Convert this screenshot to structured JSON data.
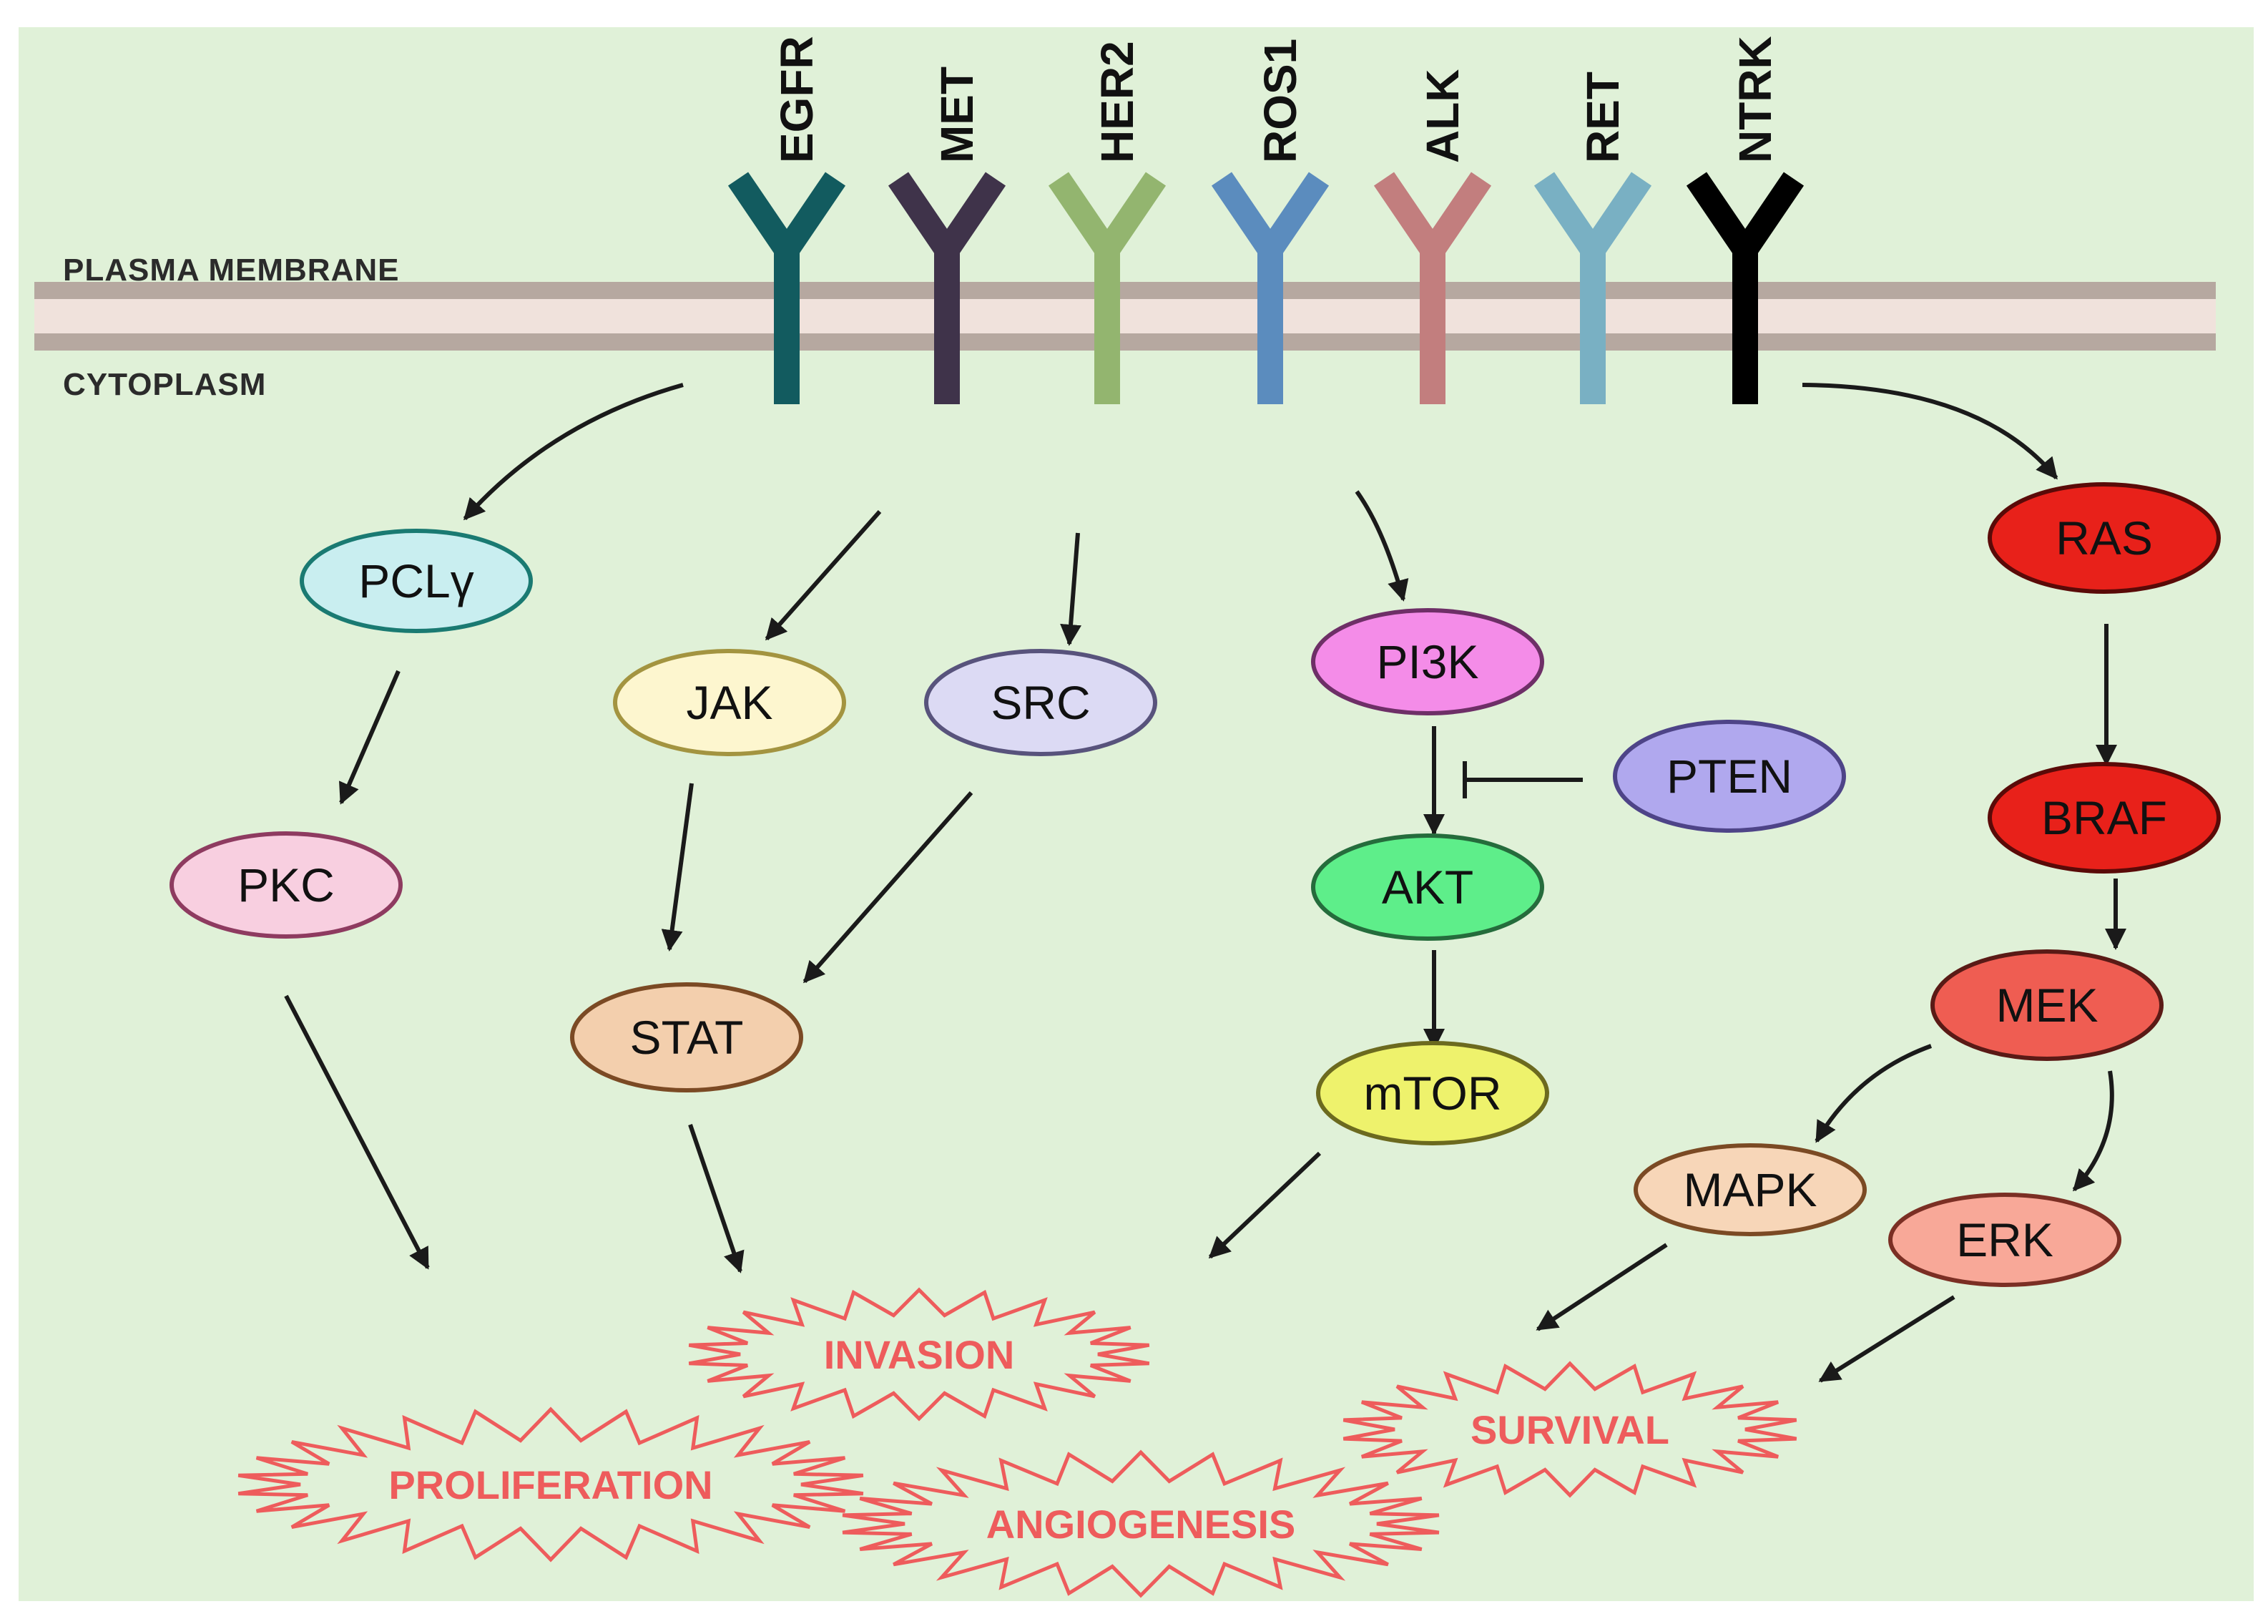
{
  "regions": {
    "plasma_membrane": "PLASMA MEMBRANE",
    "cytoplasm": "CYTOPLASM"
  },
  "receptors": [
    {
      "id": "egfr",
      "label": "EGFR",
      "color": "#125b5f"
    },
    {
      "id": "met",
      "label": "MET",
      "color": "#3f334a"
    },
    {
      "id": "her2",
      "label": "HER2",
      "color": "#93b56f"
    },
    {
      "id": "ros1",
      "label": "ROS1",
      "color": "#5b8cbe"
    },
    {
      "id": "alk",
      "label": "ALK",
      "color": "#c27e7e"
    },
    {
      "id": "ret",
      "label": "RET",
      "color": "#79b0c3"
    },
    {
      "id": "ntrk",
      "label": "NTRK",
      "color": "#000000"
    }
  ],
  "nodes": {
    "pclg": {
      "label": "PCLγ",
      "fill": "#c9eef0",
      "stroke": "#1a7a72"
    },
    "pkc": {
      "label": "PKC",
      "fill": "#f8cfe0",
      "stroke": "#8e3b60"
    },
    "jak": {
      "label": "JAK",
      "fill": "#fdf6cf",
      "stroke": "#a39440"
    },
    "src": {
      "label": "SRC",
      "fill": "#dcdaf4",
      "stroke": "#58537c"
    },
    "stat": {
      "label": "STAT",
      "fill": "#f3cfad",
      "stroke": "#7b4a24"
    },
    "pi3k": {
      "label": "PI3K",
      "fill": "#f48ce8",
      "stroke": "#6e2f67"
    },
    "pten": {
      "label": "PTEN",
      "fill": "#b0a8ee",
      "stroke": "#4e4488"
    },
    "akt": {
      "label": "AKT",
      "fill": "#5eee8a",
      "stroke": "#256c3c"
    },
    "mtor": {
      "label": "mTOR",
      "fill": "#eef26c",
      "stroke": "#6c6a1f"
    },
    "ras": {
      "label": "RAS",
      "fill": "#e8211a",
      "stroke": "#5a0a08"
    },
    "braf": {
      "label": "BRAF",
      "fill": "#e8211a",
      "stroke": "#5a0a08"
    },
    "mek": {
      "label": "MEK",
      "fill": "#ef5d52",
      "stroke": "#5a1a16"
    },
    "mapk": {
      "label": "MAPK",
      "fill": "#f7d6b8",
      "stroke": "#7b4a24"
    },
    "erk": {
      "label": "ERK",
      "fill": "#f8a898",
      "stroke": "#7b2f24"
    }
  },
  "outcomes": {
    "invasion": "INVASION",
    "proliferation": "PROLIFERATION",
    "angiogenesis": "ANGIOGENESIS",
    "survival": "SURVIVAL"
  },
  "colors": {
    "background": "#e0f1d8",
    "membrane_edge": "#b6a8a0",
    "membrane_core": "#f0e2dc",
    "arrow": "#1a1a1a",
    "outcome": "#ee5c5c"
  }
}
